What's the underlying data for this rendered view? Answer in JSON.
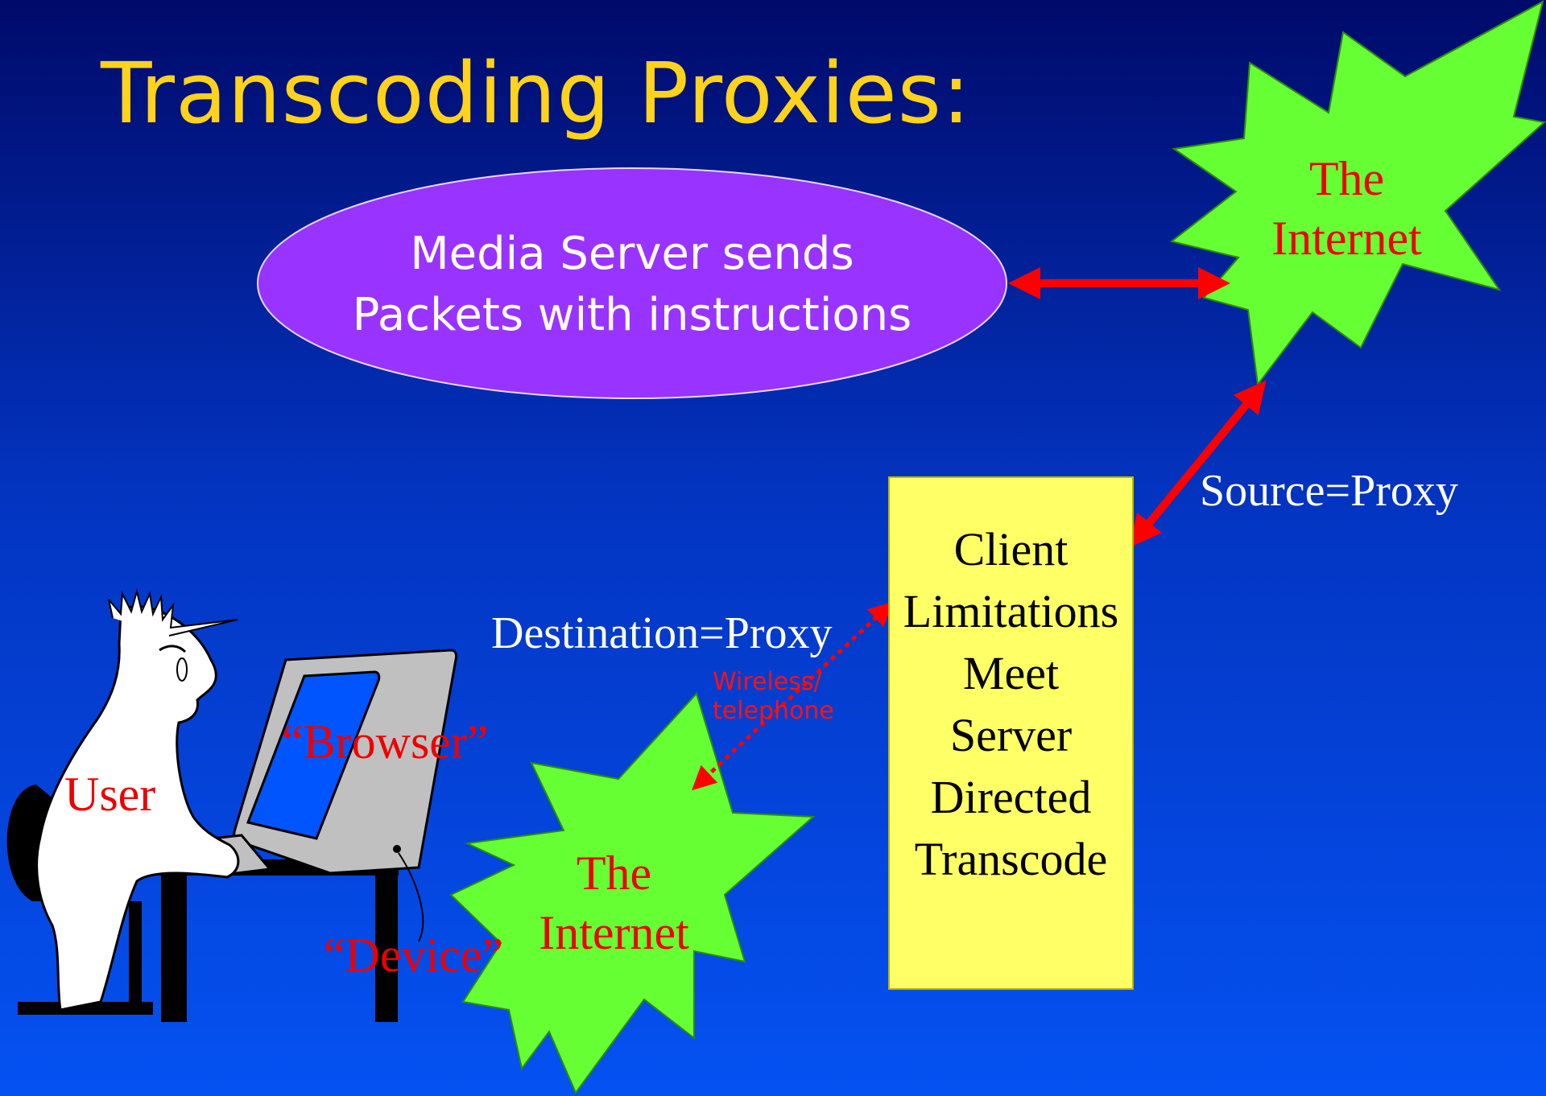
{
  "slide": {
    "title": "Transcoding Proxies:",
    "server_ellipse": {
      "line1": "Media Server sends",
      "line2": "Packets with instructions"
    },
    "internet_top": {
      "line1": "The",
      "line2": "Internet"
    },
    "internet_bottom": {
      "line1": "The",
      "line2": "Internet"
    },
    "proxy_box": [
      "Client",
      "Limitations",
      "Meet",
      "Server",
      "Directed",
      "Transcode"
    ],
    "labels": {
      "source": "Source=Proxy",
      "destination": "Destination=Proxy",
      "wireless_line1": "Wireless/",
      "wireless_line2": "telephone",
      "browser": "“Browser”",
      "user": "User",
      "device": "“Device”"
    },
    "colors": {
      "title": "#ffd21c",
      "ellipse": "#9933ff",
      "starburst": "#66ff33",
      "proxy_box": "#ffff66",
      "arrow": "#ff0000",
      "label_red": "#ee0000"
    }
  }
}
